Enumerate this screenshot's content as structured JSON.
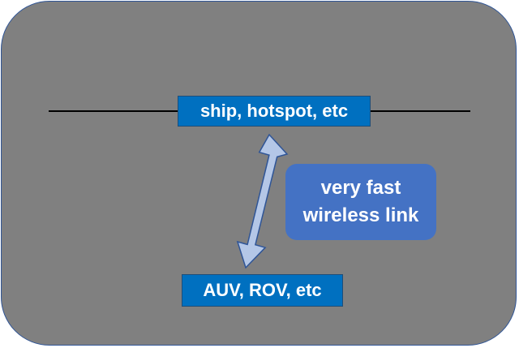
{
  "diagram": {
    "top_node": {
      "label": "ship, hotspot, etc"
    },
    "bottom_node": {
      "label": "AUV, ROV, etc"
    },
    "link_callout": {
      "line1": "very fast",
      "line2": "wireless link"
    }
  },
  "colors": {
    "panel_fill": "#808080",
    "panel_border": "#2f5597",
    "node_fill": "#0070c0",
    "callout_fill": "#4472c4",
    "arrow_fill": "#b4c7e7",
    "arrow_stroke": "#2f5597",
    "line": "#000000",
    "text": "#ffffff"
  },
  "icons": {
    "link_arrow": "double-headed-arrow"
  }
}
